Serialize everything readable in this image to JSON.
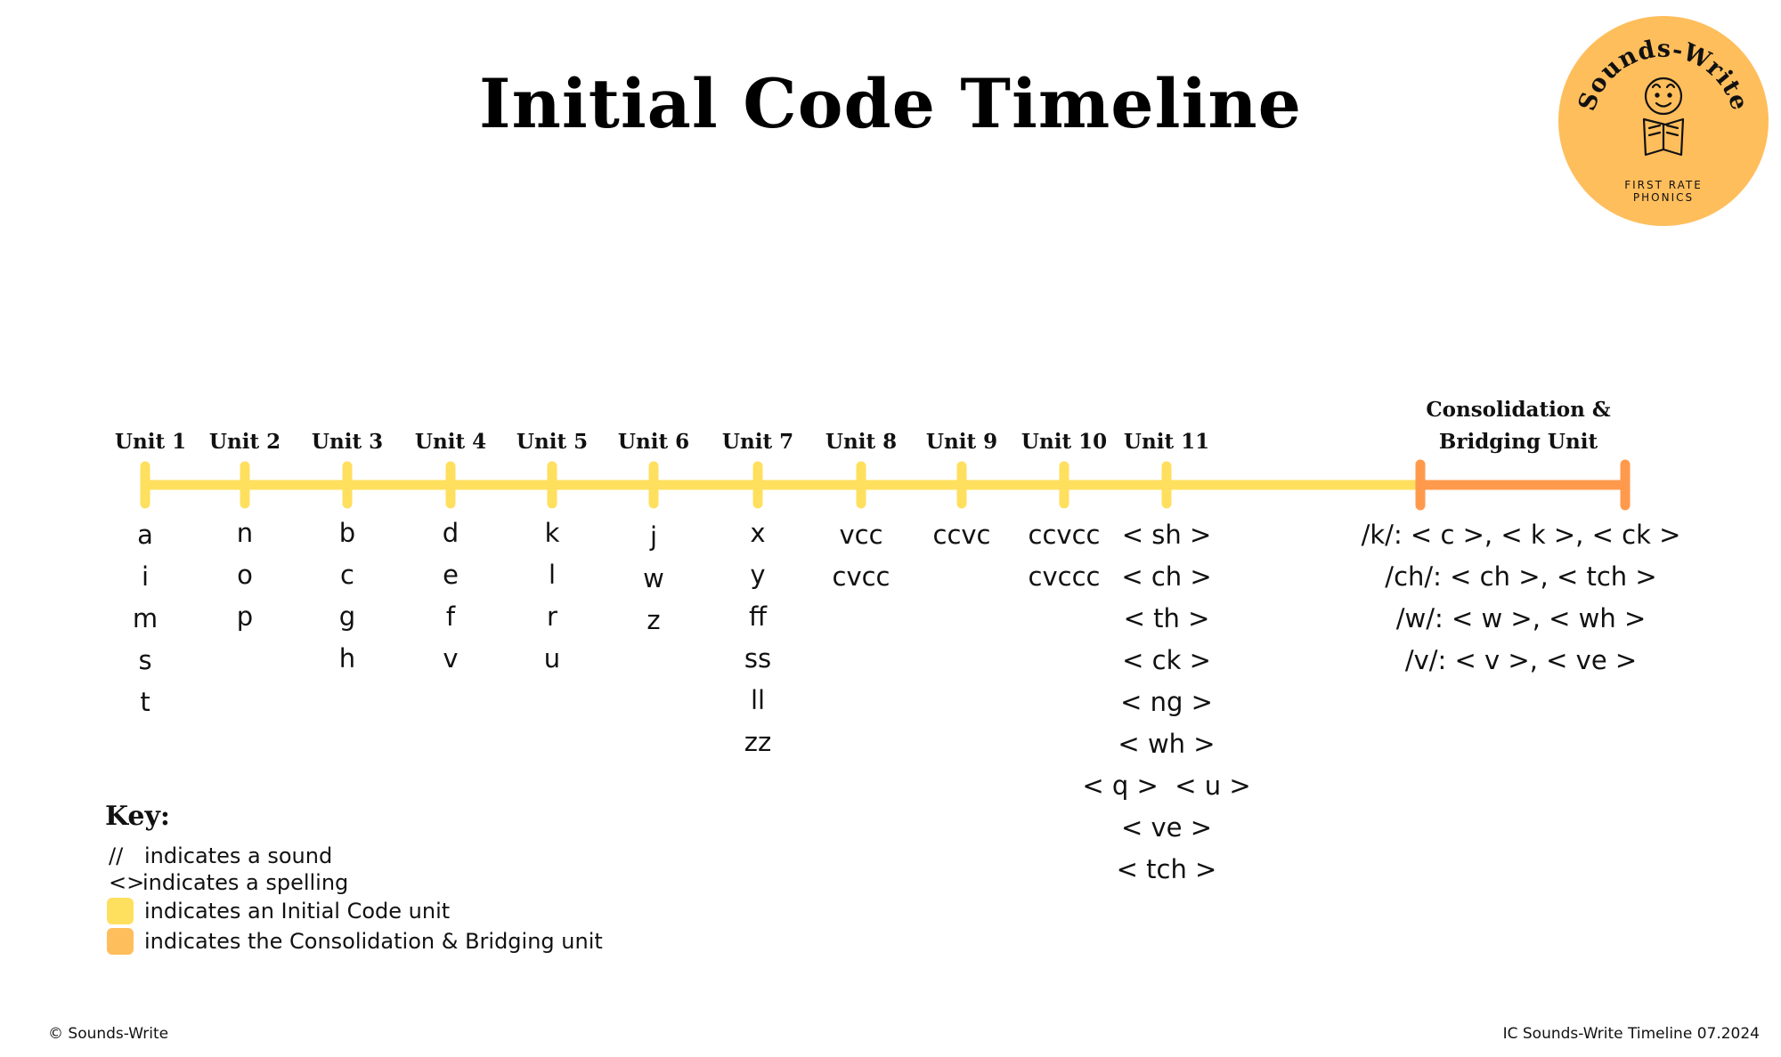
{
  "title": "Initial Code Timeline",
  "colors": {
    "initial_code": "#FFDF5E",
    "consolidation": "#FF9A4D",
    "logo_bg": "#FFBE5C"
  },
  "logo": {
    "brand": "Sounds-Write",
    "tagline_line1": "FIRST RATE",
    "tagline_line2": "PHONICS",
    "icon": "child-reading-book-icon"
  },
  "units": [
    {
      "label": "Unit 1",
      "items": [
        "a",
        "i",
        "m",
        "s",
        "t"
      ]
    },
    {
      "label": "Unit 2",
      "items": [
        "n",
        "o",
        "p"
      ]
    },
    {
      "label": "Unit 3",
      "items": [
        "b",
        "c",
        "g",
        "h"
      ]
    },
    {
      "label": "Unit 4",
      "items": [
        "d",
        "e",
        "f",
        "v"
      ]
    },
    {
      "label": "Unit 5",
      "items": [
        "k",
        "l",
        "r",
        "u"
      ]
    },
    {
      "label": "Unit 6",
      "items": [
        "j",
        "w",
        "z"
      ]
    },
    {
      "label": "Unit 7",
      "items": [
        "x",
        "y",
        "ff",
        "ss",
        "ll",
        "zz"
      ]
    },
    {
      "label": "Unit 8",
      "items": [
        "vcc",
        "cvcc"
      ]
    },
    {
      "label": "Unit 9",
      "items": [
        "ccvc"
      ]
    },
    {
      "label": "Unit 10",
      "items": [
        "ccvcc",
        "cvccc"
      ]
    },
    {
      "label": "Unit 11",
      "items": [
        "< sh >",
        "< ch >",
        "< th >",
        "< ck >",
        "< ng >",
        "< wh >",
        "< q >  < u >",
        "< ve >",
        "< tch >"
      ]
    }
  ],
  "consolidation": {
    "label_line1": "Consolidation &",
    "label_line2": "Bridging Unit",
    "items": [
      "/k/: < c >, < k >, < ck >",
      "/ch/: < ch >, < tch >",
      "/w/: < w >, < wh >",
      "/v/: < v >, < ve >"
    ]
  },
  "key": {
    "title": "Key:",
    "sound_symbol": "//",
    "sound_text": "indicates a sound",
    "spelling_symbol": "<>",
    "spelling_text": "indicates a spelling",
    "initial_text": "indicates an Initial Code unit",
    "consolidation_text": "indicates the Consolidation & Bridging unit"
  },
  "footer": {
    "left": "© Sounds-Write",
    "right": "IC Sounds-Write Timeline 07.2024"
  }
}
